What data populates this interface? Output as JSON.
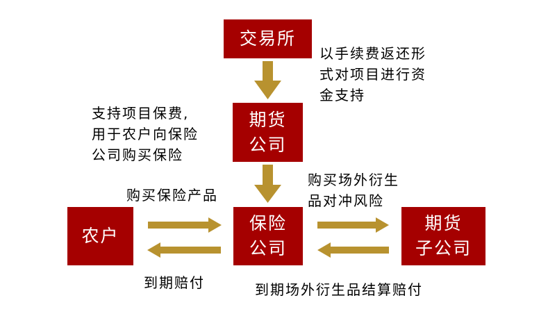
{
  "colors": {
    "box_fill": "#a50000",
    "box_text": "#ffffff",
    "arrow": "#b8922f",
    "note_text": "#000000"
  },
  "boxes": {
    "exchange": {
      "lines": [
        "交易所"
      ]
    },
    "futures_company": {
      "lines": [
        "期货",
        "公司"
      ]
    },
    "insurance_company": {
      "lines": [
        "保险",
        "公司"
      ]
    },
    "farmer": {
      "lines": [
        "农户"
      ]
    },
    "futures_subsidiary": {
      "lines": [
        "期货",
        "子公司"
      ]
    }
  },
  "notes": {
    "exchange_support": {
      "lines": [
        "以手续费返还形",
        "式对项目进行资",
        "金支持"
      ]
    },
    "premium_support": {
      "lines": [
        "支持项目保费,",
        "用于农户向保险",
        "公司购买保险"
      ]
    },
    "buy_otc": {
      "lines": [
        "购买场外衍生",
        "品对冲风险"
      ]
    },
    "buy_insurance": {
      "lines": [
        "购买保险产品"
      ]
    },
    "maturity_payout": {
      "lines": [
        "到期赔付"
      ]
    },
    "otc_settlement": {
      "lines": [
        "到期场外衍生品结算赔付"
      ]
    }
  }
}
